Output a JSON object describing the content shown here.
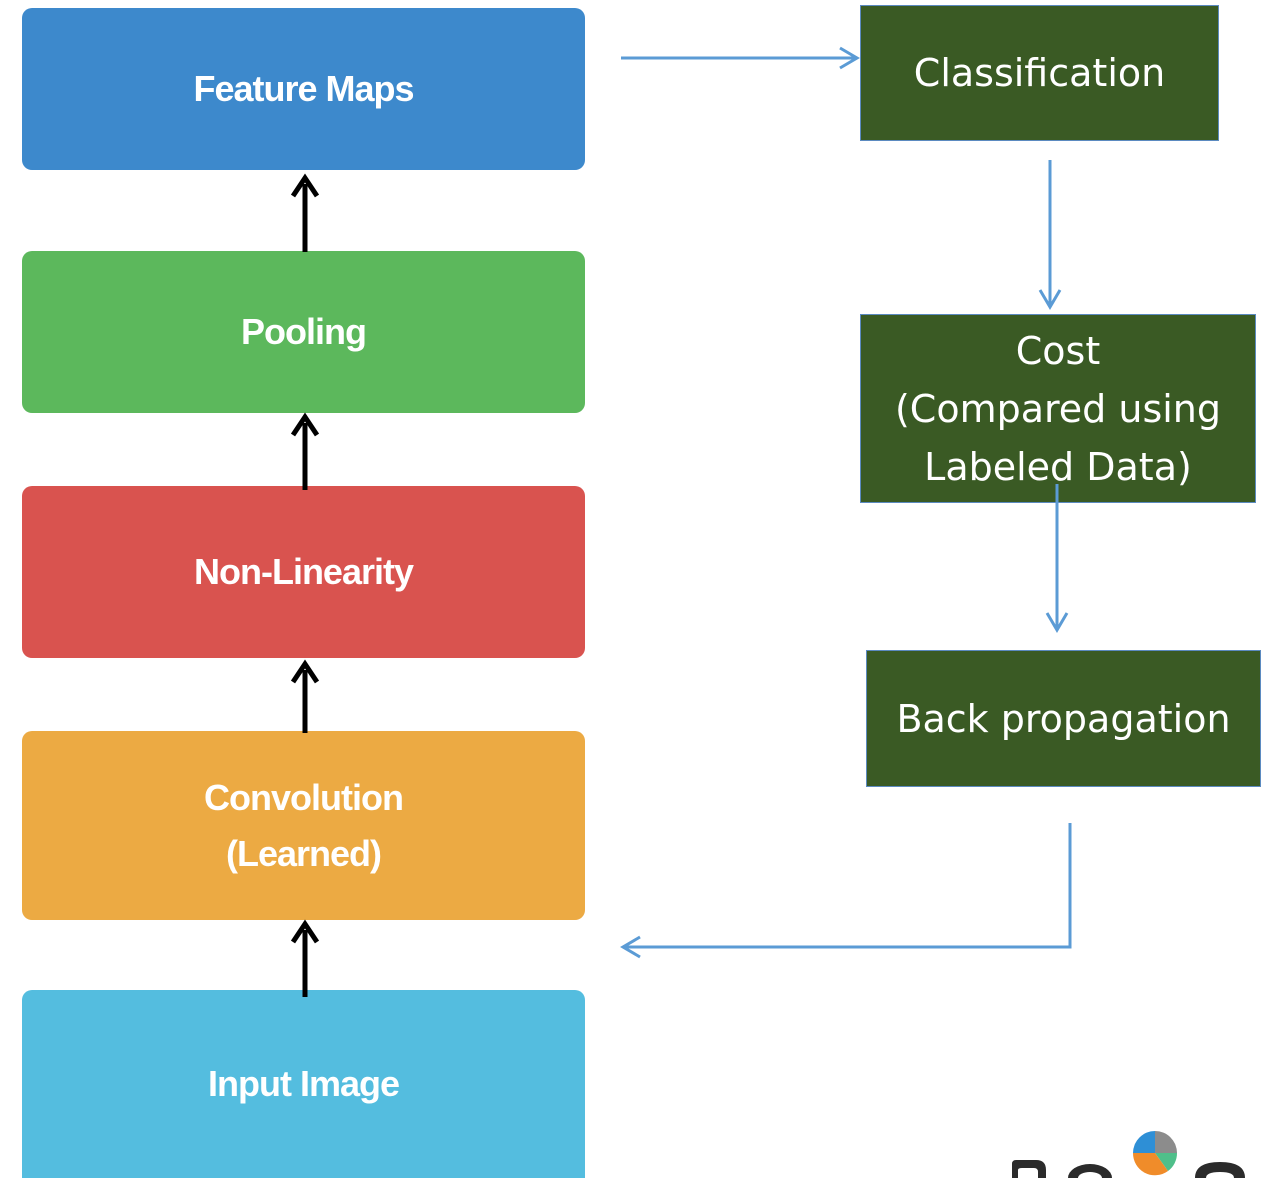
{
  "layers": {
    "feature_maps": {
      "label": "Feature Maps",
      "color": "#3d89cc"
    },
    "pooling": {
      "label": "Pooling",
      "color": "#5cb85c"
    },
    "non_linearity": {
      "label": "Non-Linearity",
      "color": "#d9534f"
    },
    "convolution": {
      "label": "Convolution\n(Learned)",
      "color": "#ecaa43"
    },
    "input_image": {
      "label": "Input Image",
      "color": "#54bddf"
    }
  },
  "training": {
    "classification": {
      "label": "Classification"
    },
    "cost": {
      "label": "Cost\n(Compared using\nLabeled Data)"
    },
    "back_propagation": {
      "label": "Back propagation"
    }
  },
  "colors": {
    "step_fill": "#3a5a24",
    "flow_arrow": "#5b9bd5",
    "layer_arrow": "#000000"
  }
}
